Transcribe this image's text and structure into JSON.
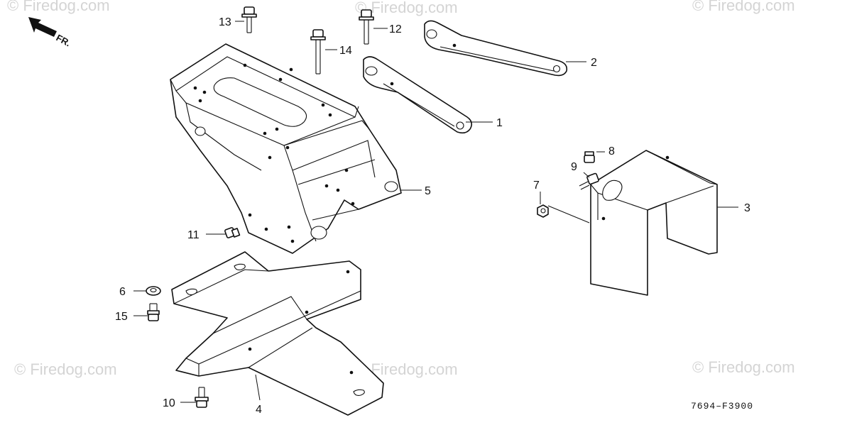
{
  "watermark": "© Firedog.com",
  "diagram_code": "7694–F3900",
  "direction_label": "FR.",
  "callouts": {
    "c1": "1",
    "c2": "2",
    "c3": "3",
    "c4": "4",
    "c5": "5",
    "c6": "6",
    "c7": "7",
    "c8": "8",
    "c9": "9",
    "c10": "10",
    "c11": "11",
    "c12": "12",
    "c13": "13",
    "c14": "14",
    "c15": "15"
  }
}
